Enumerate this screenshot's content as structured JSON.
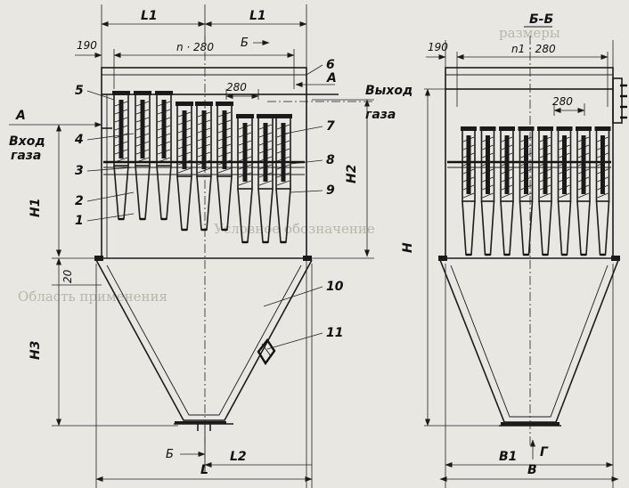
{
  "left_view": {
    "dimensions": {
      "L1_left": "L1",
      "L1_right": "L1",
      "top_offset": "190",
      "pitch": "n · 280",
      "section_mark_top": "Б",
      "sub_pitch": "280",
      "H1": "H1",
      "H2": "H2",
      "H3": "H3",
      "d_20": "20",
      "L": "L",
      "L2": "L2",
      "section_mark_bottom": "Б"
    },
    "flow": {
      "inlet_arrow": "А",
      "inlet_label_1": "Вход",
      "inlet_label_2": "газа",
      "outlet_arrow": "А",
      "outlet_label_1": "Выход",
      "outlet_label_2": "газа"
    },
    "positions": [
      "1",
      "2",
      "3",
      "4",
      "5",
      "6",
      "7",
      "8",
      "9",
      "10",
      "11"
    ]
  },
  "right_view": {
    "title": "Б-Б",
    "dimensions": {
      "top_offset": "190",
      "pitch": "n1 · 280",
      "sub_pitch": "280",
      "H": "H",
      "B1": "B1",
      "B": "B",
      "arrow_g": "Г"
    }
  },
  "background_text": [
    "Область применения",
    "Условное обозначение",
    "размеры"
  ]
}
